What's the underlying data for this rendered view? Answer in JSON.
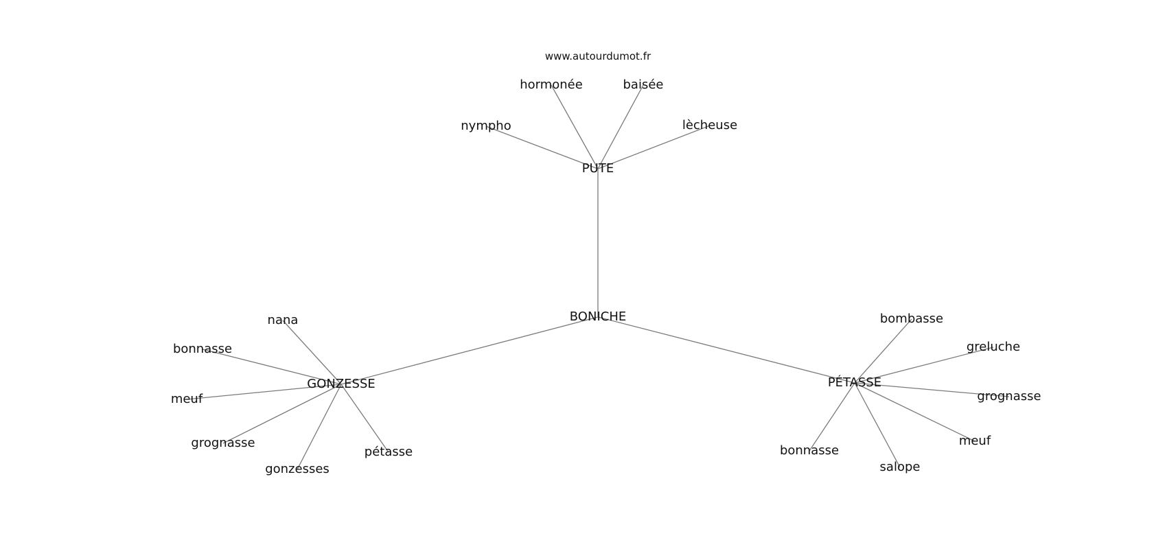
{
  "source": "www.autourdumot.fr",
  "edge_color": "#7a7a7a",
  "nodes": {
    "boniche": "BONICHE",
    "pute": "PUTE",
    "gonzesse": "GONZESSE",
    "petasse_hub": "PÉTASSE",
    "nympho": "nympho",
    "hormonee": "hormonée",
    "baisee": "baisée",
    "lecheuse": "lècheuse",
    "nana": "nana",
    "bonnasse_left": "bonnasse",
    "meuf_left": "meuf",
    "grognasse_left": "grognasse",
    "gonzesses": "gonzesses",
    "petasse_leaf": "pétasse",
    "bombasse": "bombasse",
    "greluche": "greluche",
    "grognasse_right": "grognasse",
    "meuf_right": "meuf",
    "salope": "salope",
    "bonnasse_right": "bonnasse"
  },
  "edges": [
    [
      "boniche",
      "pute"
    ],
    [
      "boniche",
      "gonzesse"
    ],
    [
      "boniche",
      "petasse_hub"
    ],
    [
      "pute",
      "nympho"
    ],
    [
      "pute",
      "hormonee"
    ],
    [
      "pute",
      "baisee"
    ],
    [
      "pute",
      "lecheuse"
    ],
    [
      "gonzesse",
      "nana"
    ],
    [
      "gonzesse",
      "bonnasse_left"
    ],
    [
      "gonzesse",
      "meuf_left"
    ],
    [
      "gonzesse",
      "grognasse_left"
    ],
    [
      "gonzesse",
      "gonzesses"
    ],
    [
      "gonzesse",
      "petasse_leaf"
    ],
    [
      "petasse_hub",
      "bombasse"
    ],
    [
      "petasse_hub",
      "greluche"
    ],
    [
      "petasse_hub",
      "grognasse_right"
    ],
    [
      "petasse_hub",
      "meuf_right"
    ],
    [
      "petasse_hub",
      "salope"
    ],
    [
      "petasse_hub",
      "bonnasse_right"
    ]
  ]
}
